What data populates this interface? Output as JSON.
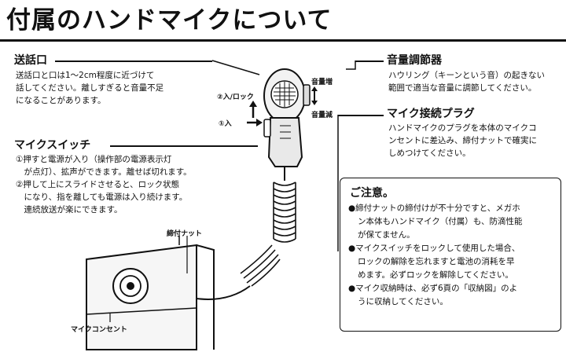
{
  "title": "付属のハンドマイクについて",
  "mouthpiece": {
    "heading": "送話口",
    "body": [
      "送話口と口は1～2cm程度に近づけて",
      "話してください。離しすぎると音量不足",
      "になることがあります。"
    ]
  },
  "mic_switch": {
    "heading": "マイクスイッチ",
    "body": [
      "①押すと電源が入り（操作部の電源表示灯",
      "　が点灯）、拡声ができます。離せば切れます。",
      "②押して上にスライドさせると、ロック状態",
      "　になり、指を離しても電源は入り続けます。",
      "　連続放送が楽にできます。"
    ]
  },
  "volume": {
    "heading": "音量調節器",
    "body": [
      "ハウリング（キーンという音）の起きない",
      "範囲で適当な音量に調節してください。"
    ]
  },
  "plug": {
    "heading": "マイク接続プラグ",
    "body": [
      "ハンドマイクのプラグを本体のマイクコ",
      "ンセントに差込み、締付ナットで確実に",
      "しめつけてください。"
    ]
  },
  "diagram_labels": {
    "lock": "②入/ロック",
    "on": "①入",
    "vol_up": "音量増",
    "vol_down": "音量減",
    "nut": "締付ナット",
    "outlet": "マイクコンセント"
  },
  "notice": {
    "title": "ご注意。",
    "items": [
      [
        "●締付ナットの締付けが不十分ですと、メガホ",
        "ン本体もハンドマイク（付属）も、防滴性能",
        "が保てません。"
      ],
      [
        "●マイクスイッチをロックして使用した場合、",
        "ロックの解除を忘れますと電池の消耗を早",
        "めます。必ずロックを解除してください。"
      ],
      [
        "●マイク収納時は、必ず6頁の「収納図」のよ",
        "うに収納してください。"
      ]
    ]
  }
}
